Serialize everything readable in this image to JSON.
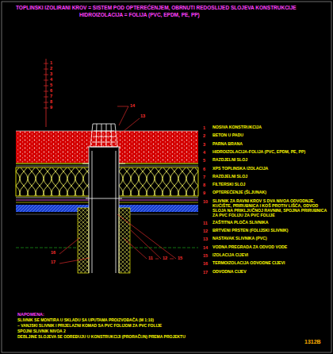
{
  "diagram": {
    "title": "TOPLINSKI IZOLIRANI KROV = SISTEM POD OPTEREĆENJEM, OBRNUTI REDOSLIJED SLOJEVA KONSTRUKCIJE",
    "labels": [
      "HIDROIZOLACIJA = FOLIJA (PVC, EPDM, PE, PP)",
      "1",
      "2",
      "3",
      "4",
      "5",
      "6",
      "7",
      "8",
      "9",
      "14",
      "13",
      "1",
      "NOSIVA KONSTRUKCIJA",
      "2",
      "BETON U PADU",
      "3",
      "PARNA BRANA",
      "4",
      "HIDROIZOLACIJA-FOLIJA (PVC, EPDM, PE, PP)",
      "5",
      "RAZDJELNI SLOJ",
      "6",
      "XPS TOPLINSKA IZOLACIJA",
      "7",
      "RAZDJELNI SLOJ",
      "8",
      "FILTERSKI SLOJ",
      "9",
      "OPTEREĆENJE (ŠLJUNAK)",
      "10",
      "SLIVNIK ZA RAVNI KROV S DVA NIVOA ODVODNJE, KUĆIŠTE, PRIRUBNICA I KOŠ PROTIV LIŠĆA, ODVOD SLOJA NA PRIKLJUČNOJ RAVNINI, SPOJNA PRIRUBNICA ZA PVC FOLIJU ZA PVC FOLIJE",
      "11",
      "ZAŠTITNA PLOČA SLIVNIKA",
      "12",
      "BRTVENI PRSTEN (FOLIJSKI SLIVNIK)",
      "13",
      "NASTAVAK SLIVNIKA (PVC)",
      "14",
      "VODNA PREGRADA ZA ODVOD VODE",
      "15",
      "IZOLACIJA CIJEVI",
      "16",
      "TERMOIZOLACIJA ODVODNE CIJEVI",
      "17",
      "ODVODNA CIJEV",
      "16",
      "17",
      "11",
      "12",
      "15",
      "NAPOMENA:",
      "SLIVNIK SE MONTIRA U SKLADU SA UPUTAMA PROIZVOĐAČA (M 1:10)",
      "– VANJSKI SLIVNIK I PRIJELAZNI KOMAD SA PVC FOLIJOM ZA PVC FOLIJE",
      "SPOJNI SLIVNIK NIVOA 2",
      "DEBLJINE SLOJEVA SE ODREĐUJU U KONSTRUKCIJI (PRORAČUN) PREMA PROJEKTU",
      "1312B"
    ]
  }
}
